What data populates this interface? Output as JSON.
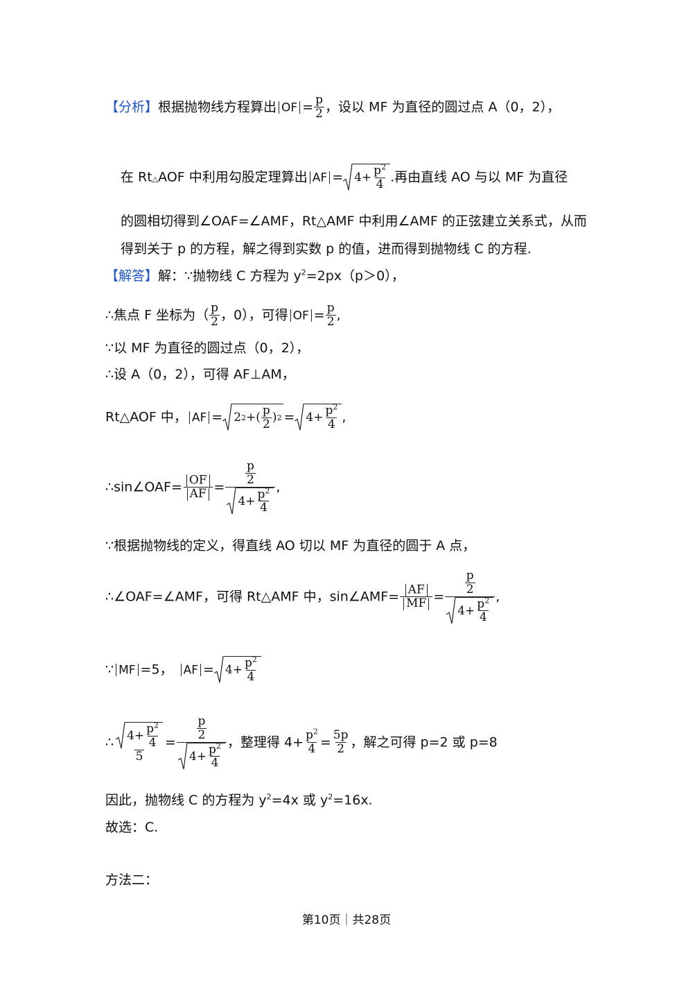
{
  "analysis": {
    "tag": "【分析】",
    "l1_a": "根据抛物线方程算出",
    "OF": "OF",
    "eq": "=",
    "p": "p",
    "two": "2",
    "l1_b": "，设以 MF 为直径的圆过点 A（0，2），",
    "l2_a": "在 Rt",
    "tri": "△",
    "l2_b": "AOF 中利用勾股定理算出",
    "AF": "AF",
    "four_plus": "4+",
    "p2": "p",
    "sq": "2",
    "four": "4",
    "l2_c": ".再由直线 AO 与以 MF 为直径",
    "l3": "的圆相切得到∠OAF=∠AMF，Rt△AMF 中利用∠AMF 的正弦建立关系式，从而",
    "l4": "得到关于 p 的方程，解之得到实数 p 的值，进而得到抛物线 C 的方程."
  },
  "solution": {
    "tag": "【解答】",
    "l1_a": "解：∵抛物线 C 方程为 y",
    "l1_sup": "2",
    "l1_b": "=2px（p＞0），",
    "l2_a": "∴焦点 F 坐标为（",
    "l2_b": "，0），可得",
    "l2_c": ",",
    "l3": "∵以 MF 为直径的圆过点（0，2），",
    "l4": "∴设 A（0，2），可得 AF⊥AM，",
    "l5_a": "Rt△AOF 中，",
    "l5_two_sq": "2",
    "l5_plus": "+(",
    "l5_close": ")",
    "l5_end": ",",
    "l6_a": "∴sin∠OAF=",
    "l6_end": ",",
    "l7": "∵根据抛物线的定义，得直线 AO 切以 MF 为直径的圆于 A 点，",
    "l8_a": "∴∠OAF=∠AMF，可得 Rt△AMF 中，sin∠AMF=",
    "MF": "MF",
    "l8_end": ",",
    "l9_a": "∵",
    "l9_b": "=5，",
    "five": "5",
    "l10_mid": "，整理得 4+",
    "fivep": "5p",
    "l10_end": "，解之可得 p=2 或 p=8",
    "l11_a": "因此，抛物线 C 的方程为 y",
    "l11_b": "=4x 或 y",
    "l11_c": "=16x.",
    "l12": "故选：C.",
    "l13": "方法二："
  },
  "footer": {
    "text": "第10页｜共28页"
  }
}
